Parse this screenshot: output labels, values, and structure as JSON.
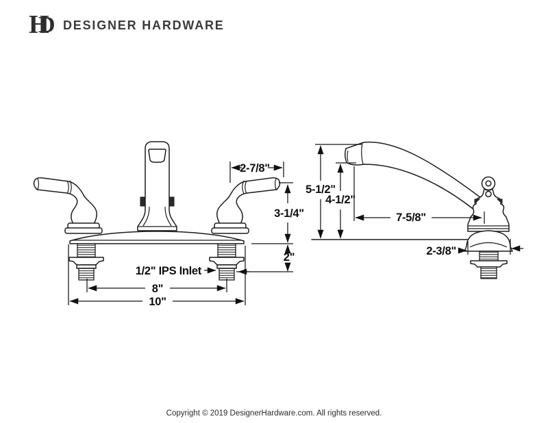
{
  "header": {
    "logo_h": "H",
    "logo_d": "D",
    "brand": "DESIGNER HARDWARE"
  },
  "diagram": {
    "front_view": {
      "handle_width": "2-7/8\"",
      "handle_height": "3-1/4\"",
      "shank_length": "2\"",
      "inlet": "1/2\" IPS Inlet",
      "faucet_centers": "8\"",
      "overall_width": "10\""
    },
    "side_view": {
      "overall_height": "5-1/2\"",
      "spout_height": "4-1/2\"",
      "spout_reach": "7-5/8\"",
      "base_width": "2-3/8\""
    }
  },
  "footer": {
    "copyright": "Copyright © 2019 DesignerHardware.com. All rights reserved."
  }
}
